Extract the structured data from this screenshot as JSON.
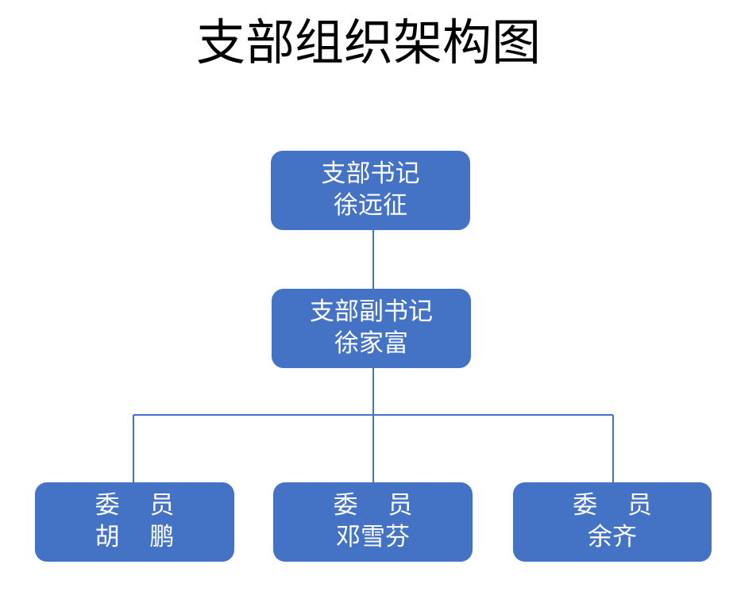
{
  "title": "支部组织架构图",
  "theme": {
    "node_fill": "#4472C4",
    "node_text": "#FFFFFF",
    "connector": "#4472C4",
    "background": "#FFFFFF",
    "title_color": "#000000"
  },
  "chart_data": {
    "type": "diagram",
    "diagram_type": "organization-chart",
    "title": "支部组织架构图",
    "orientation": "top-down",
    "nodes": [
      {
        "id": "secretary",
        "role": "支部书记",
        "name": "徐远征",
        "level": 0
      },
      {
        "id": "deputy",
        "role": "支部副书记",
        "name": "徐家富",
        "level": 1
      },
      {
        "id": "member1",
        "role": "委 员",
        "name": "胡 鹏",
        "level": 2
      },
      {
        "id": "member2",
        "role": "委 员",
        "name": "邓雪芬",
        "level": 2
      },
      {
        "id": "member3",
        "role": "委 员",
        "name": "余齐",
        "level": 2
      }
    ],
    "edges": [
      {
        "from": "secretary",
        "to": "deputy"
      },
      {
        "from": "deputy",
        "to": "member1"
      },
      {
        "from": "deputy",
        "to": "member2"
      },
      {
        "from": "deputy",
        "to": "member3"
      }
    ]
  },
  "nodes": {
    "secretary": {
      "role": "支部书记",
      "name": "徐远征"
    },
    "deputy": {
      "role": "支部副书记",
      "name": "徐家富"
    },
    "member1": {
      "role": "委 员",
      "name": "胡 鹏"
    },
    "member2": {
      "role": "委 员",
      "name": "邓雪芬"
    },
    "member3": {
      "role": "委 员",
      "name": "余齐"
    }
  }
}
